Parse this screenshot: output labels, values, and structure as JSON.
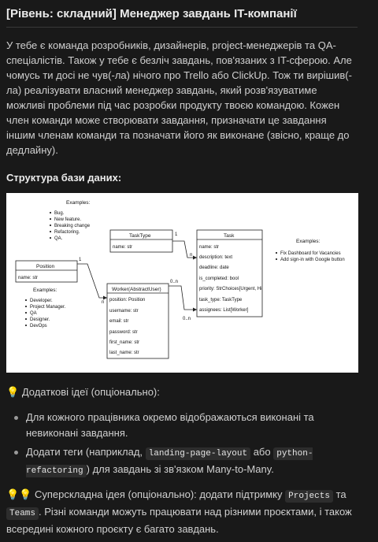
{
  "title": "[Рівень: складний] Менеджер завдань IT-компанії",
  "intro": "У тебе є команда розробників, дизайнерів, project-менеджерів та QA-спеціалістів. Також у тебе є безліч завдань, пов'язаних з IT-сферою. Але чомусь ти досі не чув(-ла) нічого про Trello або ClickUp. Тож ти вирішив(-ла) реалізувати власний менеджер завдань, який розв'язуватиме можливі проблеми під час розробки продукту твоєю командою. Кожен член команди може створювати завдання, призначати це завдання іншим членам команди та позначати його як виконане (звісно, краще до дедлайну).",
  "db_heading": "Структура бази даних:",
  "diagram": {
    "tasktype_examples_label": "Examples:",
    "tasktype_examples": [
      "Bug.",
      "New feature.",
      "Breaking change",
      "Refactoring.",
      "QA."
    ],
    "tasktype": {
      "name": "TaskType",
      "fields": [
        "name: str"
      ]
    },
    "task": {
      "name": "Task",
      "fields": [
        "name: str",
        "description: text",
        "deadline: date",
        "is_completed: bool",
        "priority: StrChoices[Urgent, Hi",
        "task_type: TaskType",
        "assignees: List[Worker]"
      ]
    },
    "position": {
      "name": "Position",
      "fields": [
        "name: str"
      ]
    },
    "position_examples_label": "Examples:",
    "position_examples": [
      "Developer.",
      "Project Manager.",
      "QA",
      "Designer.",
      "DevOps"
    ],
    "worker": {
      "name": "Worker(AbstractUser)",
      "fields": [
        "position: Position",
        "username: str",
        "email: str",
        "password: str",
        "first_name: str",
        "last_name: str"
      ]
    },
    "task_examples_label": "Examples:",
    "task_examples": [
      "Fix Dashboard for Vacancies",
      "Add sign-in with Google button"
    ],
    "mult_one": "1",
    "mult_n": "n",
    "mult_0n": "0..n"
  },
  "ideas_heading": "Додаткові ідеї (опціонально):",
  "ideas": [
    {
      "text1": "Для кожного працівника окремо відображаються виконані та невиконані завдання."
    },
    {
      "text1": "Додати теги (наприклад,",
      "code1": "landing-page-layout",
      "text2": "або",
      "code2": "python-refactoring",
      "text3": ") для завдань зі зв'язком Many-to-Many."
    }
  ],
  "super_text1": "Суперскладна ідея (опціонально): додати підтримку",
  "super_code1": "Projects",
  "super_text2": "та",
  "super_code2": "Teams",
  "super_text3": ". Різні команди можуть працювати над різними проєктами, і також всередині кожного проєкту є багато завдань.",
  "icons": {
    "idea": "light-bulb-icon"
  },
  "colors": {
    "background": "#191919",
    "text": "#d4d4d4",
    "code_bg": "#2d2d2d",
    "bulb": "#f5c518"
  }
}
